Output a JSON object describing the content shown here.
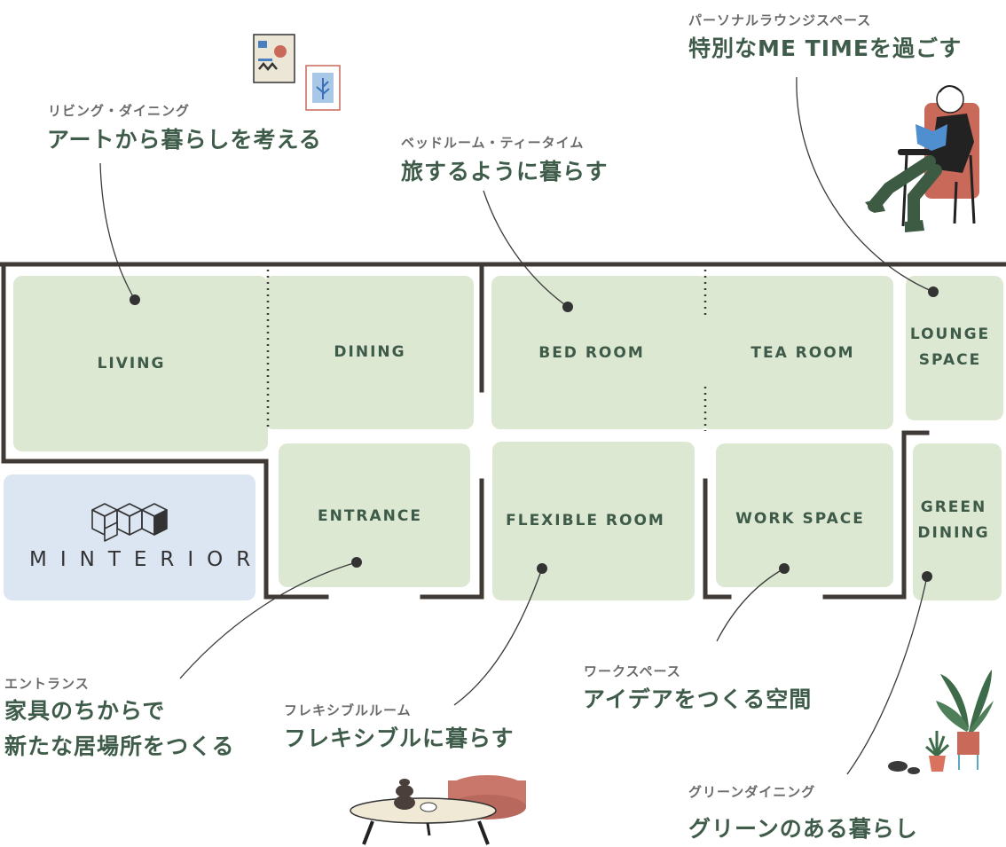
{
  "rooms": {
    "living": "LIVING",
    "dining": "DINING",
    "bedroom": "BED ROOM",
    "tearoom": "TEA ROOM",
    "lounge_line1": "LOUNGE",
    "lounge_line2": "SPACE",
    "entrance": "ENTRANCE",
    "flexible": "FLEXIBLE ROOM",
    "workspace": "WORK SPACE",
    "green_line1": "GREEN",
    "green_line2": "DINING"
  },
  "logo": {
    "text": "MINTERIOR"
  },
  "captions": {
    "living": {
      "sub": "リビング・ダイニング",
      "main": "アートから暮らしを考える"
    },
    "bedroom": {
      "sub": "ベッドルーム・ティータイム",
      "main": "旅するように暮らす"
    },
    "lounge": {
      "sub": "パーソナルラウンジスペース",
      "main": "特別なME TIMEを過ごす"
    },
    "entrance": {
      "sub": "エントランス",
      "main_line1": "家具のちからで",
      "main_line2": "新たな居場所をつくる"
    },
    "flexible": {
      "sub": "フレキシブルルーム",
      "main": "フレキシブルに暮らす"
    },
    "workspace": {
      "sub": "ワークスペース",
      "main": "アイデアをつくる空間"
    },
    "green": {
      "sub": "グリーンダイニング",
      "main": "グリーンのある暮らし"
    }
  },
  "colors": {
    "room_fill": "#dde8d3",
    "logo_fill": "#dce6f2",
    "wall": "#3f3a36",
    "text_green": "#3f5c4a",
    "text_gray": "#6b6b6b"
  }
}
